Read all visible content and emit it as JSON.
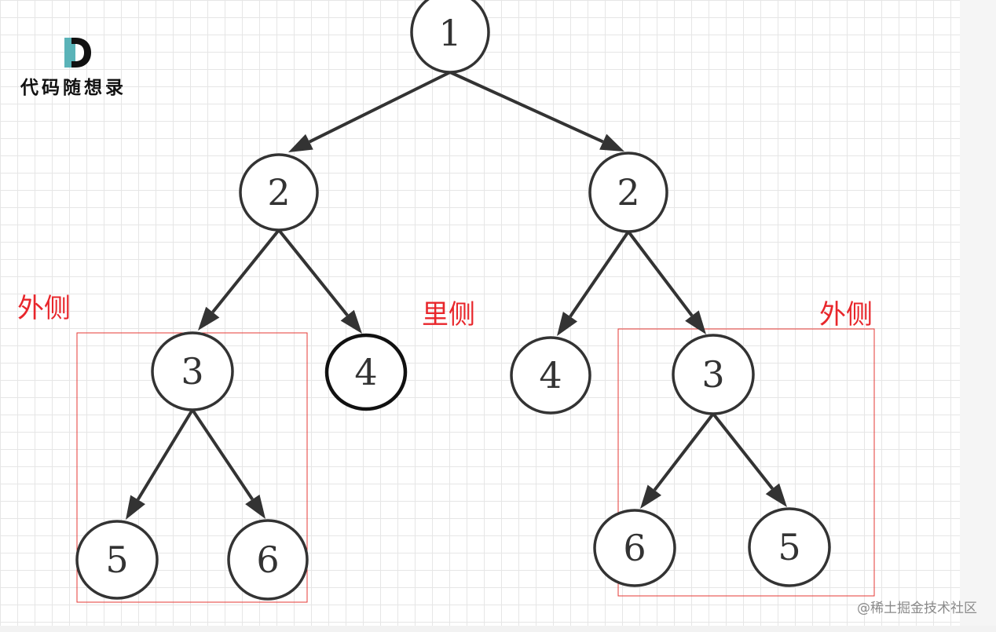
{
  "logo": {
    "text": "代码随想录"
  },
  "labels": {
    "left_outer": "外侧",
    "inner": "里侧",
    "right_outer": "外侧"
  },
  "tree": {
    "nodes": [
      {
        "id": "root",
        "label": "1"
      },
      {
        "id": "left-2",
        "label": "2"
      },
      {
        "id": "right-2",
        "label": "2"
      },
      {
        "id": "left-3",
        "label": "3"
      },
      {
        "id": "left-4",
        "label": "4"
      },
      {
        "id": "right-4",
        "label": "4"
      },
      {
        "id": "right-3",
        "label": "3"
      },
      {
        "id": "left-5",
        "label": "5"
      },
      {
        "id": "left-6",
        "label": "6"
      },
      {
        "id": "right-6",
        "label": "6"
      },
      {
        "id": "right-5",
        "label": "5"
      }
    ]
  },
  "watermark": "@稀土掘金技术社区",
  "colors": {
    "node_stroke": "#333333",
    "highlight": "#e8262b",
    "grid": "#e6e6e6"
  }
}
